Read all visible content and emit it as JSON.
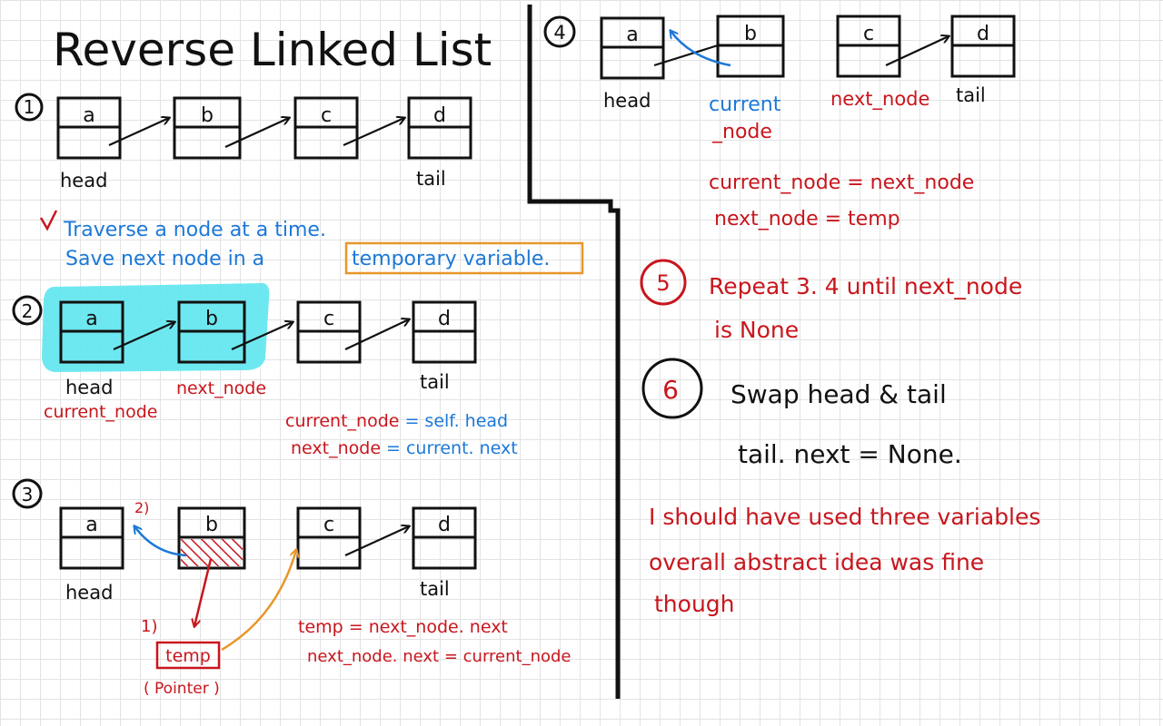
{
  "title": "Reverse Linked List",
  "colors": {
    "ink": "#111111",
    "red": "#c8161d",
    "blue": "#1c78d8",
    "orange": "#e8962a",
    "highlight": "#5ee6ee"
  },
  "steps": {
    "s1": {
      "num": "1",
      "nodes": [
        "a",
        "b",
        "c",
        "d"
      ],
      "labels": {
        "head": "head",
        "tail": "tail"
      }
    },
    "s1_note": {
      "line1": "Traverse a node at a time.",
      "line2_prefix": "Save next node in a",
      "boxed": "temporary variable."
    },
    "s2": {
      "num": "2",
      "nodes": [
        "a",
        "b",
        "c",
        "d"
      ],
      "labels": {
        "head": "head",
        "next": "next_node",
        "current": "current_node",
        "tail": "tail"
      },
      "code1_red": "current_node",
      "code1_blue": "= self. head",
      "code2_red": "next_node",
      "code2_blue": "= current. next"
    },
    "s3": {
      "num": "3",
      "nodes": [
        "a",
        "b",
        "c",
        "d"
      ],
      "labels": {
        "head": "head",
        "tail": "tail",
        "mark2": "2)",
        "mark1": "1)",
        "temp": "temp",
        "pointer": "( Pointer )"
      },
      "code1": "temp = next_node. next",
      "code2": "next_node. next = current_node"
    },
    "s4": {
      "num": "4",
      "nodes": [
        "a",
        "b",
        "c",
        "d"
      ],
      "labels": {
        "head": "head",
        "current": "current",
        "current2": "_node",
        "next": "next_node",
        "tail": "tail"
      },
      "code1": "current_node = next_node",
      "code2": "next_node = temp"
    },
    "s5": {
      "num": "5",
      "line1": "Repeat 3. 4 until next_node",
      "line2": "is None"
    },
    "s6": {
      "num": "6",
      "line1": "Swap head & tail",
      "line2": "tail. next = None."
    },
    "reflection": {
      "line1": "I should have used three variables",
      "line2": "overall abstract idea was fine",
      "line3": "though"
    }
  }
}
